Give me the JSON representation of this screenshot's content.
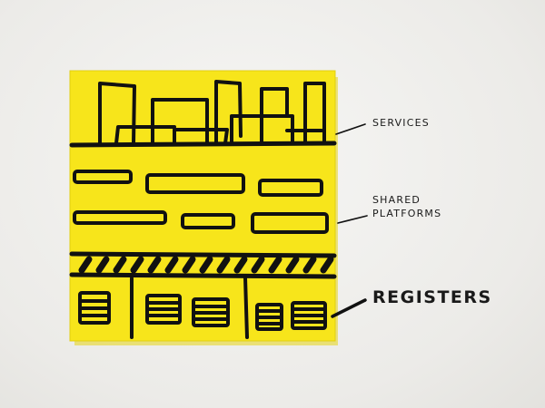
{
  "diagram": {
    "sticky_note_color": "#f7e51b",
    "ink_color": "#111111",
    "labels": {
      "services": "SERVICES",
      "shared_line1": "SHARED",
      "shared_line2": "PLATFORMS",
      "registers": "REGISTERS"
    }
  }
}
